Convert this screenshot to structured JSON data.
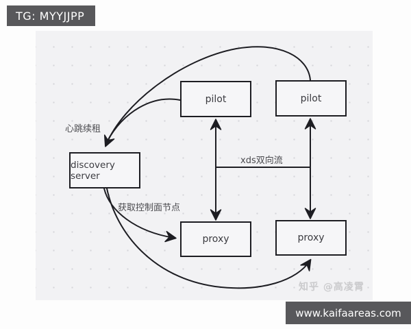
{
  "badges": {
    "tg_label": "TG: MYYJJPP",
    "site_label": "www.kaifaareas.com"
  },
  "watermark_text": "知乎 @高凌霄",
  "diagram": {
    "nodes": [
      {
        "id": "pilot-left",
        "label": "pilot"
      },
      {
        "id": "pilot-right",
        "label": "pilot"
      },
      {
        "id": "discovery-server",
        "label": "discovery server"
      },
      {
        "id": "proxy-left",
        "label": "proxy"
      },
      {
        "id": "proxy-right",
        "label": "proxy"
      }
    ],
    "edge_labels": [
      {
        "id": "heartbeat-lease",
        "text": "心跳续租"
      },
      {
        "id": "get-control-plane-nodes",
        "text": "获取控制面节点"
      },
      {
        "id": "xds-bidirectional-stream",
        "text": "xds双向流"
      }
    ],
    "edges": [
      {
        "from": "pilot-right",
        "to": "discovery-server",
        "label": "心跳续租"
      },
      {
        "from": "pilot-left",
        "to": "discovery-server",
        "label": "心跳续租"
      },
      {
        "from": "discovery-server",
        "to": "proxy-left",
        "label": "获取控制面节点"
      },
      {
        "from": "discovery-server",
        "to": "proxy-right",
        "label": "获取控制面节点"
      },
      {
        "from": "pilot-left",
        "to": "proxy-left",
        "label": "xds双向流",
        "bidirectional": true
      },
      {
        "from": "pilot-right",
        "to": "proxy-right",
        "label": "xds双向流",
        "bidirectional": true
      }
    ]
  },
  "colors": {
    "badge_bg": "#58585b",
    "canvas_bg": "#f2f2f4",
    "stroke": "#1d1d22",
    "node_fill": "#f6f6f8",
    "watermark": "#cbcbcd"
  }
}
